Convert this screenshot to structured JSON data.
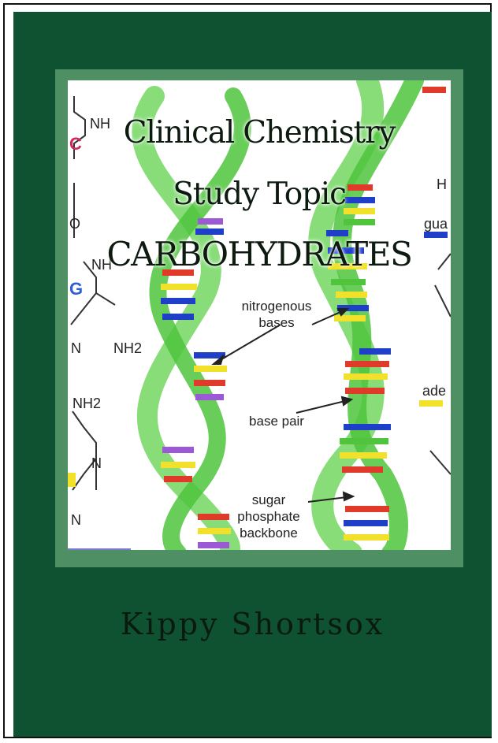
{
  "book": {
    "title_line_1": "Clinical Chemistry",
    "title_line_2": "Study Topic",
    "title_line_3": "CARBOHYDRATES",
    "author": "Kippy Shortsox"
  },
  "diagram": {
    "label_nitrogenous": "nitrogenous",
    "label_bases": "bases",
    "label_base_pair": "base pair",
    "label_sugar": "sugar",
    "label_phosphate": "phosphate",
    "label_backbone": "backbone",
    "left_letter_c": "C",
    "left_nh_1": "NH",
    "left_o": "O",
    "left_nh_2": "NH",
    "left_letter_g": "G",
    "left_n_1": "N",
    "left_nh2_1": "NH2",
    "left_nh2_2": "NH2",
    "left_n_2": "N",
    "left_n_3": "N",
    "right_h": "H",
    "right_gua": "gua",
    "right_ade": "ade"
  },
  "colors": {
    "cover_green": "#0f5232",
    "border_green": "#4f8f64",
    "helix_green": "#5cc94a"
  }
}
